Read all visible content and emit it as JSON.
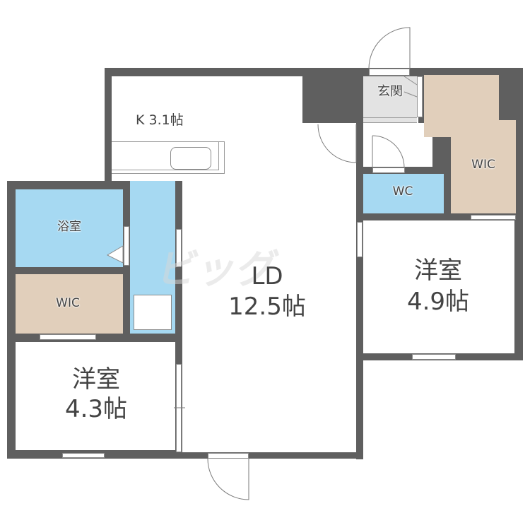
{
  "floorplan": {
    "rooms": [
      {
        "id": "kitchen",
        "label": "K 3.1帖",
        "name": "K",
        "size_jo": 3.1
      },
      {
        "id": "ld",
        "label_line1": "LD",
        "label_line2": "12.5帖",
        "size_jo": 12.5
      },
      {
        "id": "western-room-1",
        "label_line1": "洋室",
        "label_line2": "4.9帖",
        "size_jo": 4.9
      },
      {
        "id": "western-room-2",
        "label_line1": "洋室",
        "label_line2": "4.3帖",
        "size_jo": 4.3
      },
      {
        "id": "entrance",
        "label": "玄関"
      },
      {
        "id": "wc",
        "label": "WC"
      },
      {
        "id": "wic-right",
        "label": "WIC"
      },
      {
        "id": "wic-left",
        "label": "WIC"
      },
      {
        "id": "bathroom",
        "label": "浴室"
      }
    ],
    "watermark": "ビッグ",
    "colors": {
      "wall": "#5f5f5f",
      "wet_area": "#a6d9f2",
      "closet": "#e1cfbb",
      "entrance": "#e3e3e3",
      "room": "#ffffff"
    }
  }
}
